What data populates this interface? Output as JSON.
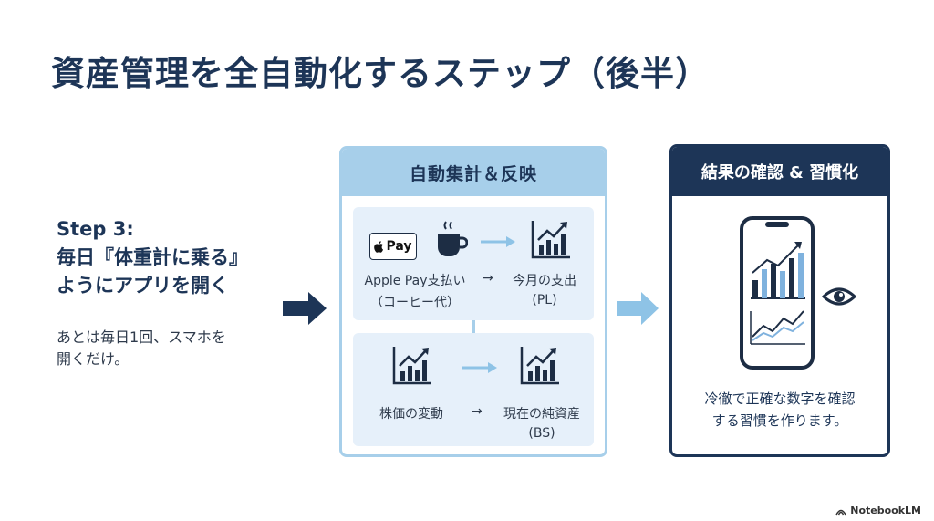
{
  "slide": {
    "title": "資産管理を全自動化するステップ（後半）"
  },
  "step": {
    "heading_line1": "Step 3:",
    "heading_line2": "毎日『体重計に乗る』",
    "heading_line3": "ようにアプリを開く",
    "desc_line1": "あとは毎日1回、スマホを",
    "desc_line2": "開くだけ。"
  },
  "auto_box": {
    "header": "自動集計＆反映",
    "row1": {
      "badge": "Pay",
      "source_label": "Apple Pay支払い",
      "source_sub": "（コーヒー代）",
      "arrow_text": "→",
      "target_label": "今月の支出",
      "target_sub": "(PL)"
    },
    "row2": {
      "source_label": "株価の変動",
      "arrow_text": "→",
      "target_label": "現在の純資産",
      "target_sub": "(BS)"
    }
  },
  "result_box": {
    "header": "結果の確認 & 習慣化",
    "line1": "冷徹で正確な数字を確認",
    "line2": "する習慣を作ります。"
  },
  "brand": {
    "label": "NotebookLM"
  },
  "colors": {
    "navy": "#1d3557",
    "light_blue": "#a7cfea",
    "panel_bg": "#e6f0fa",
    "arrow_light": "#8ec3e6"
  },
  "icons": [
    "apple-pay-icon",
    "coffee-cup-icon",
    "chart-growth-icon",
    "smartphone-icon",
    "eye-icon",
    "notebooklm-logo-icon"
  ]
}
